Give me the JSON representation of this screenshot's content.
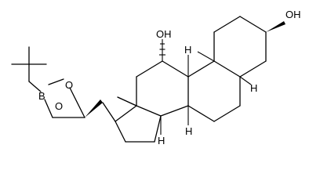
{
  "molecule": {
    "atom_labels": {
      "hydroxyl_top": "OH",
      "hydroxyl_right": "OH",
      "h_9": "H",
      "h_5": "H",
      "h_14": "H",
      "h_8": "H",
      "boron": "B",
      "oxygen_upper": "O",
      "oxygen_lower": "O"
    }
  }
}
